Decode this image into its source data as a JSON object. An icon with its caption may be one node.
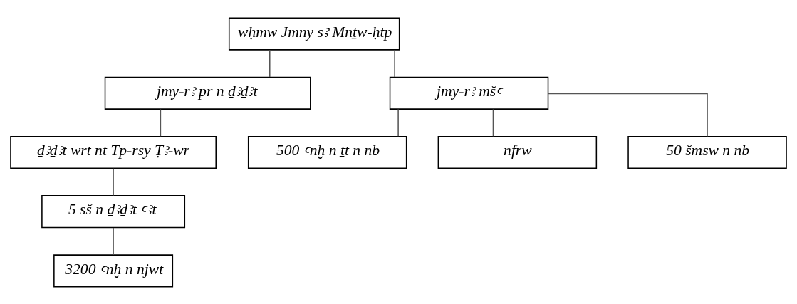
{
  "diagram": {
    "nodes": [
      {
        "text": [
          "wḥmw Jmny sꜣ Mnṯw-ḥtp"
        ]
      },
      {
        "text": [
          "jmy-rꜣ pr n ḏꜣḏꜣt"
        ]
      },
      {
        "text": [
          "jmy-rꜣ mšꜥ"
        ]
      },
      {
        "text": [
          "ḏꜣḏꜣt wrt nt Tp-rsy Ṭꜣ-wr"
        ]
      },
      {
        "text": [
          "500 ꜥnḫ n ṯt n nb"
        ]
      },
      {
        "text": [
          "nfrw"
        ]
      },
      {
        "text": [
          "50 šmsw n nb"
        ]
      },
      {
        "text": [
          "5 sš n ḏꜣḏꜣt ꜥꜣt"
        ]
      },
      {
        "text": [
          "3200 ꜥnḫ n njwt"
        ]
      }
    ],
    "edges": [
      {
        "from": 0,
        "to": 1,
        "arrow": "none"
      },
      {
        "from": 0,
        "to": 2,
        "arrow": "none"
      },
      {
        "from": 1,
        "to": 3,
        "arrow": "none"
      },
      {
        "from": 2,
        "to": 4,
        "arrow": "none"
      },
      {
        "from": 2,
        "to": 5,
        "arrow": "none"
      },
      {
        "from": 2,
        "to": 6,
        "arrow": "none"
      },
      {
        "from": 3,
        "to": 7,
        "arrow": "none"
      },
      {
        "from": 7,
        "to": 8,
        "arrow": "none"
      }
    ]
  }
}
